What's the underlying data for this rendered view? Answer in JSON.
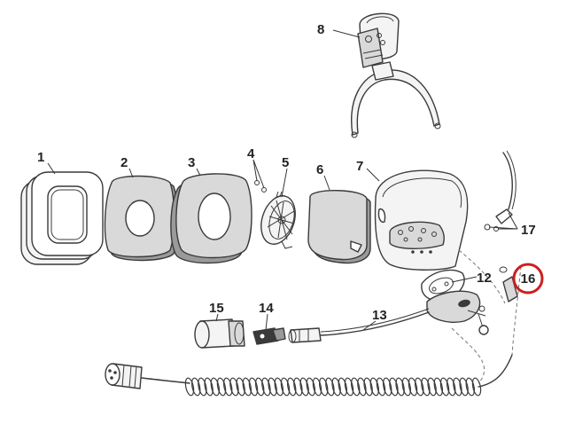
{
  "diagram": {
    "callouts": [
      {
        "id": "1",
        "label": "1"
      },
      {
        "id": "2",
        "label": "2"
      },
      {
        "id": "3",
        "label": "3"
      },
      {
        "id": "4",
        "label": "4"
      },
      {
        "id": "5",
        "label": "5"
      },
      {
        "id": "6",
        "label": "6"
      },
      {
        "id": "7",
        "label": "7"
      },
      {
        "id": "8",
        "label": "8"
      },
      {
        "id": "12",
        "label": "12"
      },
      {
        "id": "13",
        "label": "13"
      },
      {
        "id": "14",
        "label": "14"
      },
      {
        "id": "15",
        "label": "15"
      },
      {
        "id": "16",
        "label": "16"
      },
      {
        "id": "17",
        "label": "17"
      }
    ],
    "highlighted_callout": "16",
    "colors": {
      "line": "#3a3a3a",
      "fill_light": "#f4f4f4",
      "fill_mid": "#d9d9d9",
      "fill_dark": "#9a9a9a",
      "highlight": "#cc1f1f"
    }
  }
}
